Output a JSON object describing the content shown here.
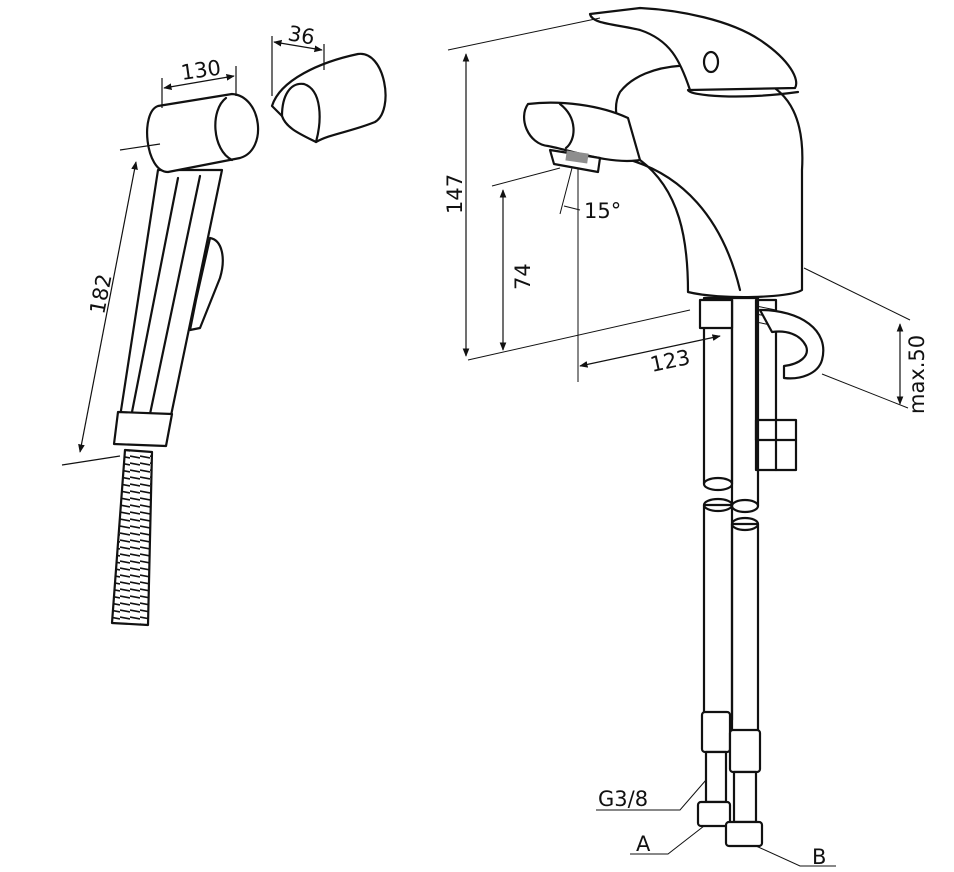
{
  "dimensions": {
    "holder_width": "130",
    "bracket_width": "36",
    "shower_length": "182",
    "faucet_height": "147",
    "spout_height": "74",
    "spout_angle": "15°",
    "spout_reach": "123",
    "max_countertop": "max.50"
  },
  "labels": {
    "thread": "G3/8",
    "hose_a": "A",
    "hose_b": "B"
  },
  "colors": {
    "line": "#111111",
    "shade": "#8e8e8e",
    "background": "#ffffff"
  }
}
